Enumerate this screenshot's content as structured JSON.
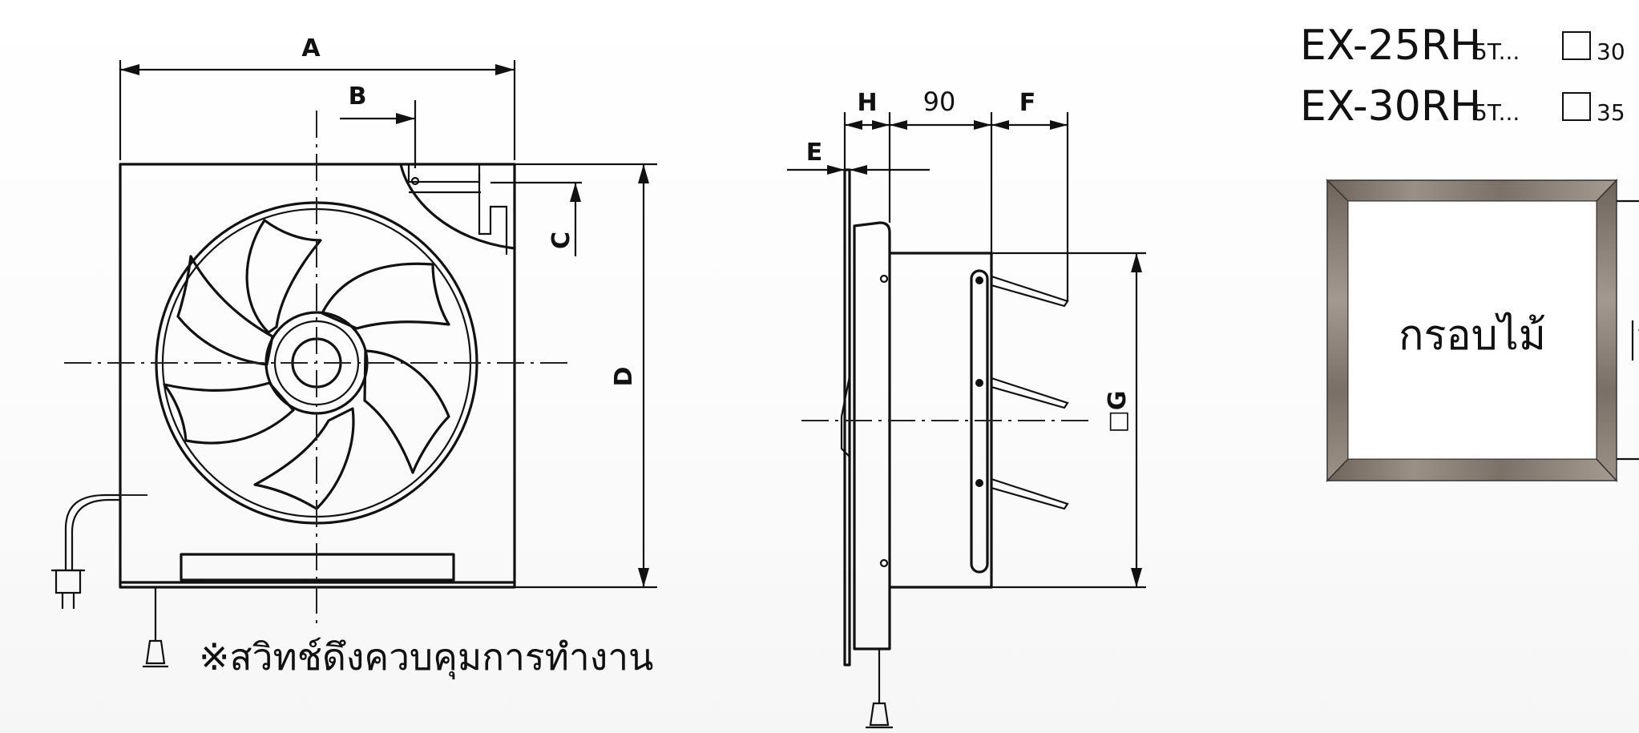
{
  "labels": {
    "A": "A",
    "B": "B",
    "C": "C",
    "D": "D",
    "E": "E",
    "H": "H",
    "F": "F",
    "G": "□G",
    "side_90": "90"
  },
  "note": "※สวิทช์ดึงควบคุมการทำงาน",
  "models": [
    {
      "name": "EX-25RH",
      "suffix": "5T...",
      "size": "30"
    },
    {
      "name": "EX-30RH",
      "suffix": "5T...",
      "size": "35"
    }
  ],
  "frame": {
    "label": "กรอบไม้",
    "label_right_partial": "อ"
  },
  "colors": {
    "line": "#111111",
    "wood": "#7a6f66",
    "wood_light": "#a89e93"
  }
}
